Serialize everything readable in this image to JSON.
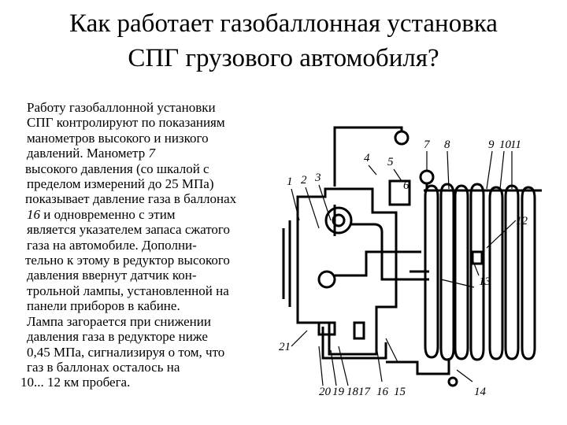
{
  "title": {
    "line1": "Как работает газобаллонная установка",
    "line2": "СПГ грузового автомобиля?"
  },
  "text": {
    "lines": [
      {
        "pre": "Работу газобаллонной установки",
        "em": "",
        "post": "",
        "indent": 10
      },
      {
        "pre": "СПГ контролируют по показаниям",
        "em": "",
        "post": "",
        "indent": 10
      },
      {
        "pre": "манометров высокого и низкого",
        "em": "",
        "post": "",
        "indent": 10
      },
      {
        "pre": "давлений. Манометр ",
        "em": "7",
        "post": "",
        "indent": 10
      },
      {
        "pre": "высокого давления (со шкалой с",
        "em": "",
        "post": "",
        "indent": 8
      },
      {
        "pre": "пределом измерений до 25 МПа)",
        "em": "",
        "post": "",
        "indent": 10
      },
      {
        "pre": "показывает давление газа в баллонах",
        "em": "",
        "post": "",
        "indent": 8
      },
      {
        "pre": "",
        "em": "16",
        "post": " и одновременно с этим",
        "indent": 10
      },
      {
        "pre": "является указателем запаса сжатого",
        "em": "",
        "post": "",
        "indent": 10
      },
      {
        "pre": "газа на автомобиле. Дополни-",
        "em": "",
        "post": "",
        "indent": 10
      },
      {
        "pre": "тельно к этому в редуктор высокого",
        "em": "",
        "post": "",
        "indent": 8
      },
      {
        "pre": "давления ввернут датчик кон-",
        "em": "",
        "post": "",
        "indent": 10
      },
      {
        "pre": "трольной лампы, установленной на",
        "em": "",
        "post": "",
        "indent": 10
      },
      {
        "pre": "панели приборов в кабине.",
        "em": "",
        "post": "",
        "indent": 10
      },
      {
        "pre": "Лампа загорается при снижении",
        "em": "",
        "post": "",
        "indent": 10
      },
      {
        "pre": "давления газа в редукторе ниже",
        "em": "",
        "post": "",
        "indent": 10
      },
      {
        "pre": "0,45 МПа, сигнализируя о том, что",
        "em": "",
        "post": "",
        "indent": 10
      },
      {
        "pre": "газ в баллонах осталось на",
        "em": "",
        "post": "",
        "indent": 10
      },
      {
        "pre": "10... 12 км пробега.",
        "em": "",
        "post": "",
        "indent": 2
      }
    ]
  },
  "diagram": {
    "callouts": [
      "1",
      "2",
      "3",
      "4",
      "5",
      "6",
      "7",
      "8",
      "9",
      "10",
      "11",
      "12",
      "13",
      "14",
      "15",
      "16",
      "17",
      "18",
      "19",
      "20",
      "21"
    ],
    "line_color": "#000000"
  }
}
